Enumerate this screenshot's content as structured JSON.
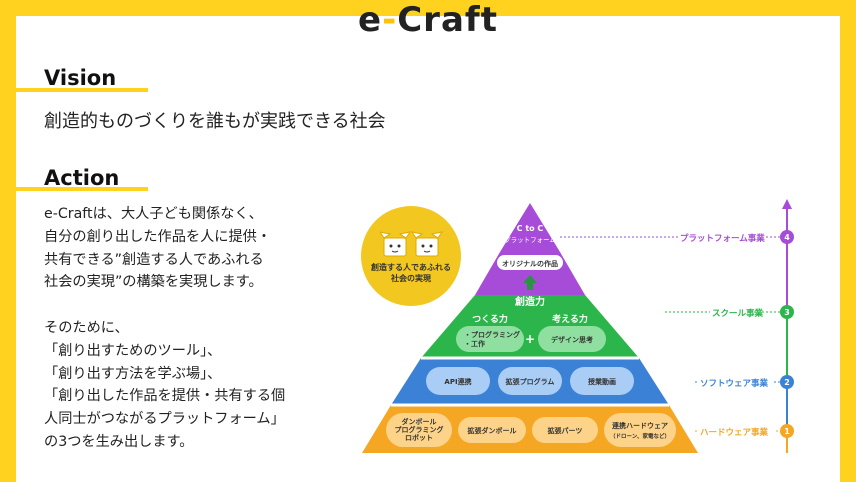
{
  "logo": {
    "part1": "e",
    "dash": "-",
    "part2": "Craft"
  },
  "vision": {
    "heading": "Vision",
    "text": "創造的ものづくりを誰もが実践できる社会"
  },
  "action": {
    "heading": "Action",
    "lines": [
      "e-Craftは、大人子ども関係なく、",
      "自分の創り出した作品を人に提供・",
      "共有できる”創造する人であふれる",
      "社会の実現”の構築を実現します。"
    ],
    "lines2": [
      "そのために、",
      "「創り出すためのツール」、",
      "「創り出す方法を学ぶ場」、",
      "「創り出した作品を提供・共有する個",
      "人同士がつながるプラットフォーム」",
      "の3つを生み出します。"
    ]
  },
  "circle": {
    "line1": "創造する人であふれる",
    "line2": "社会の実現"
  },
  "pyramid": {
    "top": {
      "title": "C to C",
      "subtitle": "プラットフォーム",
      "pill": "オリジナルの作品"
    },
    "creative": {
      "title": "創造力",
      "left_title": "つくる力",
      "left_items": [
        "・プログラミング",
        "・工作"
      ],
      "right_title": "考える力",
      "right_item": "デザイン思考",
      "plus": "+"
    },
    "software": [
      "API連携",
      "拡張プログラム",
      "授業動画"
    ],
    "hardware": [
      {
        "l1": "ダンボール",
        "l2": "プログラミング",
        "l3": "ロボット"
      },
      {
        "l1": "拡張ダンボール"
      },
      {
        "l1": "拡張パーツ"
      },
      {
        "l1": "連携ハードウェア",
        "l2": "（ドローン、家電など）"
      }
    ]
  },
  "tiers": [
    {
      "label": "プラットフォーム事業",
      "num": "4",
      "color": "#A64CD8"
    },
    {
      "label": "スクール事業",
      "num": "3",
      "color": "#2BB54A"
    },
    {
      "label": "ソフトウェア事業",
      "num": "2",
      "color": "#3B82D6"
    },
    {
      "label": "ハードウェア事業",
      "num": "1",
      "color": "#F5A623"
    }
  ]
}
